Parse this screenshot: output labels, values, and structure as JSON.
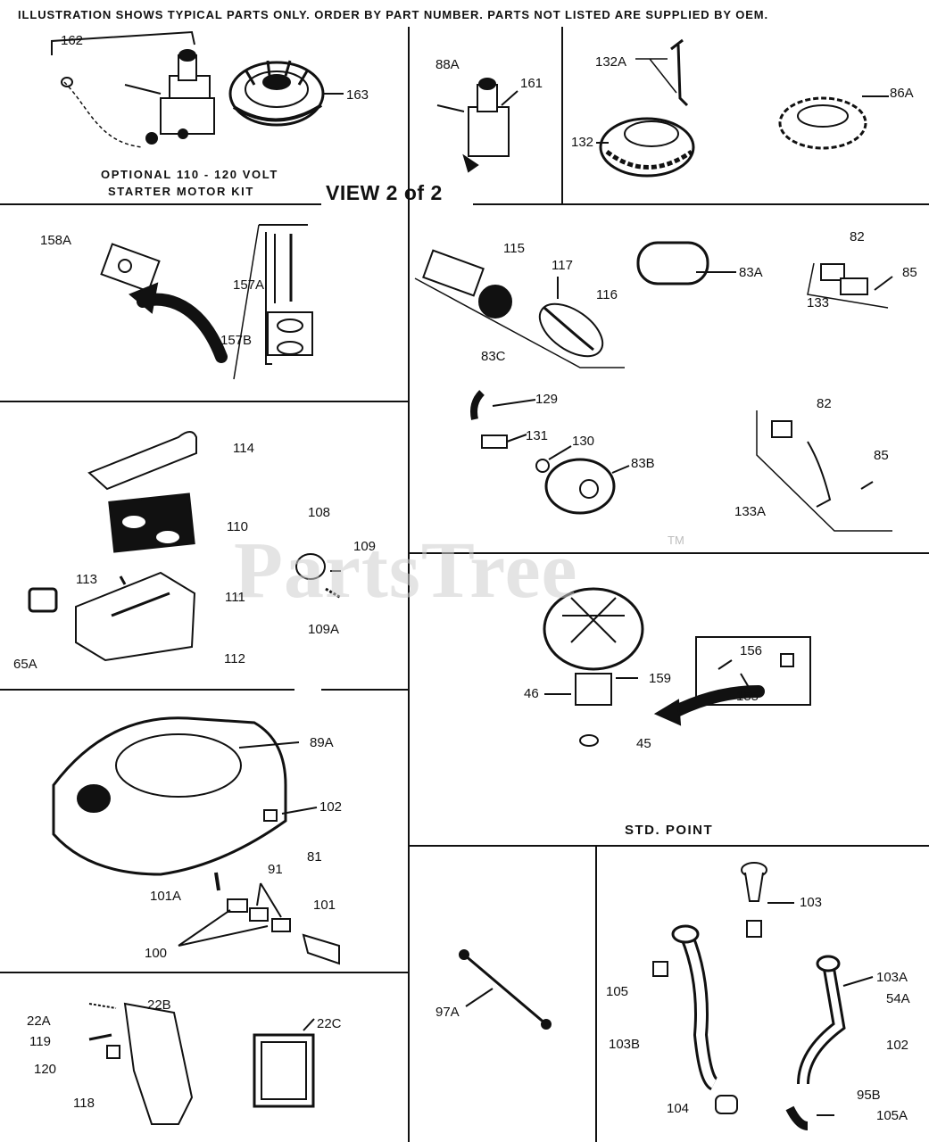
{
  "header": {
    "notice": "ILLUSTRATION SHOWS TYPICAL PARTS ONLY. ORDER BY PART NUMBER. PARTS NOT LISTED ARE SUPPLIED BY OEM."
  },
  "view_title": "VIEW 2 of 2",
  "captions": {
    "starter_kit_line1": "OPTIONAL 110 - 120 VOLT",
    "starter_kit_line2": "STARTER MOTOR KIT",
    "std_point": "STD. POINT"
  },
  "watermark": {
    "text": "PartsTree",
    "tm": "TM"
  },
  "parts": {
    "p162": "162",
    "p163": "163",
    "p88A": "88A",
    "p161": "161",
    "p132A": "132A",
    "p132": "132",
    "p86A": "86A",
    "p158A": "158A",
    "p157A": "157A",
    "p157B": "157B",
    "p115": "115",
    "p117": "117",
    "p116": "116",
    "p83C": "83C",
    "p83A": "83A",
    "p82a": "82",
    "p85a": "85",
    "p133": "133",
    "p129": "129",
    "p131": "131",
    "p130": "130",
    "p83B": "83B",
    "p82b": "82",
    "p85b": "85",
    "p133A": "133A",
    "p114": "114",
    "p110": "110",
    "p113": "113",
    "p111": "111",
    "p65A": "65A",
    "p112": "112",
    "p108": "108",
    "p109": "109",
    "p109A": "109A",
    "p156": "156",
    "p155": "155",
    "p159": "159",
    "p46": "46",
    "p45": "45",
    "p89A": "89A",
    "p102a": "102",
    "p81": "81",
    "p101A": "101A",
    "p91": "91",
    "p101": "101",
    "p100": "100",
    "p22A": "22A",
    "p22B": "22B",
    "p119": "119",
    "p120": "120",
    "p118": "118",
    "p22C": "22C",
    "p97A": "97A",
    "p103": "103",
    "p103A": "103A",
    "p54A": "54A",
    "p105": "105",
    "p102b": "102",
    "p103B": "103B",
    "p95B": "95B",
    "p104": "104",
    "p105A": "105A"
  }
}
